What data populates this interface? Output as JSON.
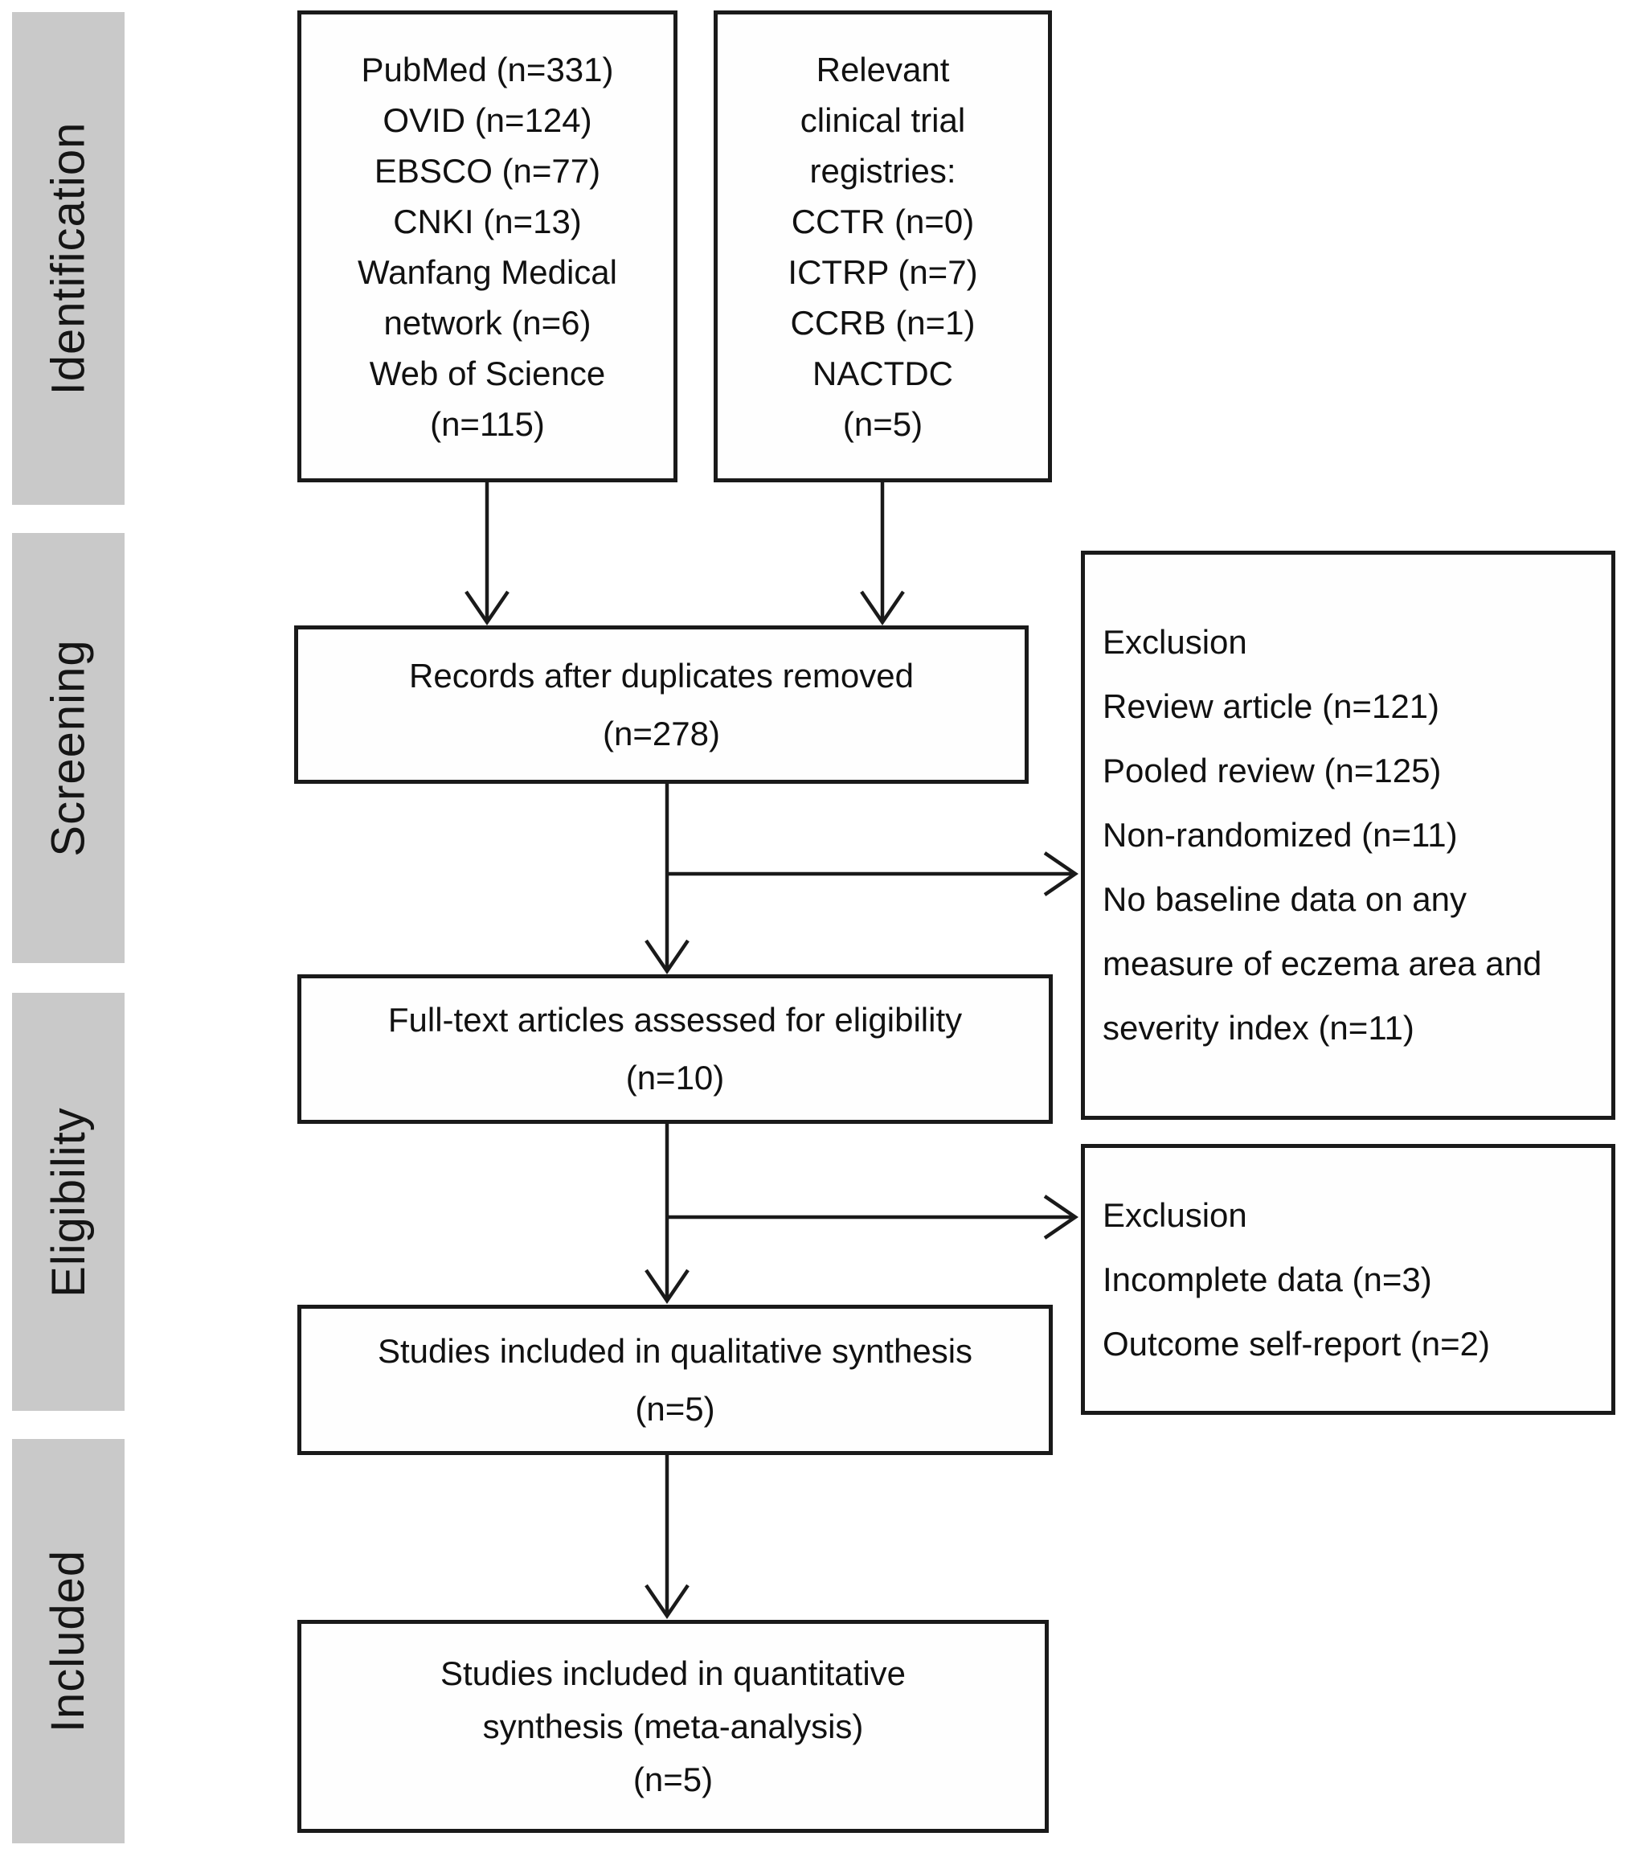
{
  "title": "PRISMA study selection flow diagram",
  "colors": {
    "background": "#ffffff",
    "line": "#1a1a1a",
    "ink": "#111111",
    "stage_bg": "#c9c9c9"
  },
  "stages": [
    {
      "label": "Identification"
    },
    {
      "label": "Screening"
    },
    {
      "label": "Eligibility"
    },
    {
      "label": "Included"
    }
  ],
  "boxes": {
    "sources": {
      "lines": [
        "PubMed (n=331)",
        "OVID (n=124)",
        "EBSCO (n=77)",
        "CNKI (n=13)",
        "Wanfang Medical",
        "network (n=6)",
        "Web of Science",
        "(n=115)"
      ]
    },
    "registries": {
      "lines": [
        "Relevant",
        "clinical trial",
        "registries:",
        "CCTR (n=0)",
        "ICTRP (n=7)",
        "CCRB (n=1)",
        "NACTDC",
        "(n=5)"
      ]
    },
    "records_deduplicated": {
      "lines": [
        "Records after duplicates removed",
        "(n=278)"
      ]
    },
    "fulltext_assessed": {
      "lines": [
        "Full-text articles assessed for eligibility",
        "(n=10)"
      ]
    },
    "qualitative_synthesis": {
      "lines": [
        "Studies included in qualitative synthesis",
        "(n=5)"
      ]
    },
    "quantitative_synthesis": {
      "lines": [
        "Studies included in quantitative",
        "synthesis (meta-analysis)",
        "(n=5)"
      ]
    },
    "exclusion_screening": {
      "lines": [
        "Exclusion",
        "Review article (n=121)",
        "Pooled review (n=125)",
        "Non-randomized (n=11)",
        "No baseline data on any",
        "measure of eczema area and",
        "severity index (n=11)"
      ]
    },
    "exclusion_eligibility": {
      "lines": [
        "Exclusion",
        "Incomplete data (n=3)",
        "Outcome self-report (n=2)"
      ]
    }
  }
}
